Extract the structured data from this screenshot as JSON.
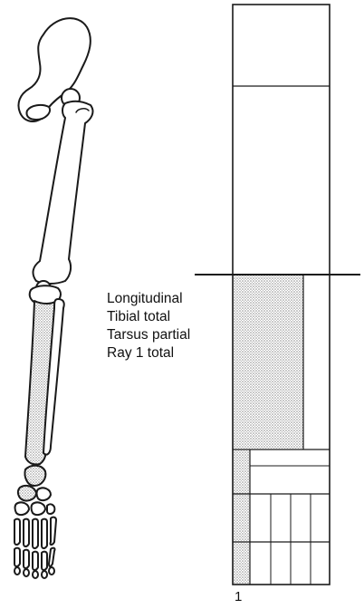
{
  "caption": {
    "lines": [
      "Longitudinal",
      "Tibial total",
      "Tarsus partial",
      "Ray 1 total"
    ]
  },
  "chart": {
    "ray_label": "1"
  },
  "colors": {
    "line": "#1a1a1a",
    "shade": "#c9c9c9",
    "background": "#ffffff"
  }
}
